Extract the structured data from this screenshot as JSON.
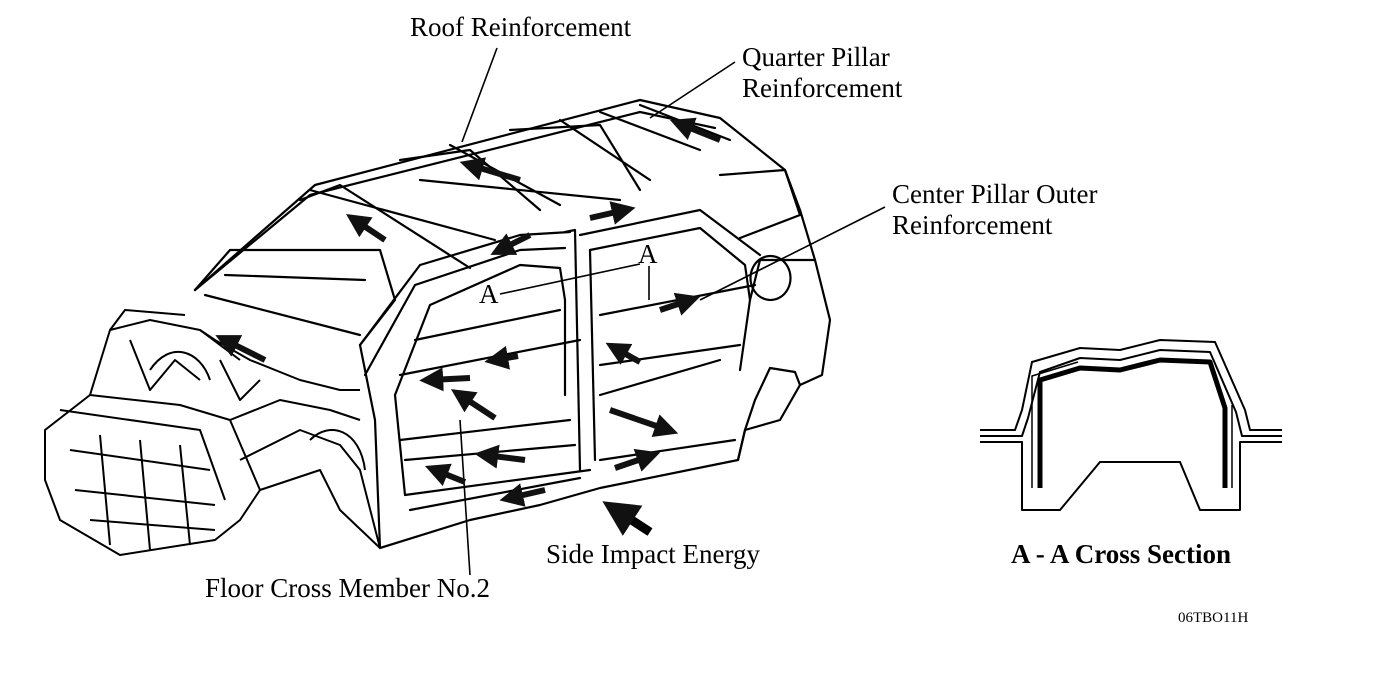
{
  "labels": {
    "roof": "Roof Reinforcement",
    "quarter_line1": "Quarter Pillar",
    "quarter_line2": "Reinforcement",
    "center_line1": "Center Pillar Outer",
    "center_line2": "Reinforcement",
    "floor": "Floor Cross Member No.2",
    "impact": "Side Impact Energy",
    "section_mark_left": "A",
    "section_mark_right": "A"
  },
  "cross_section": {
    "caption": "A - A Cross Section"
  },
  "figure_id": "06TBO11H"
}
